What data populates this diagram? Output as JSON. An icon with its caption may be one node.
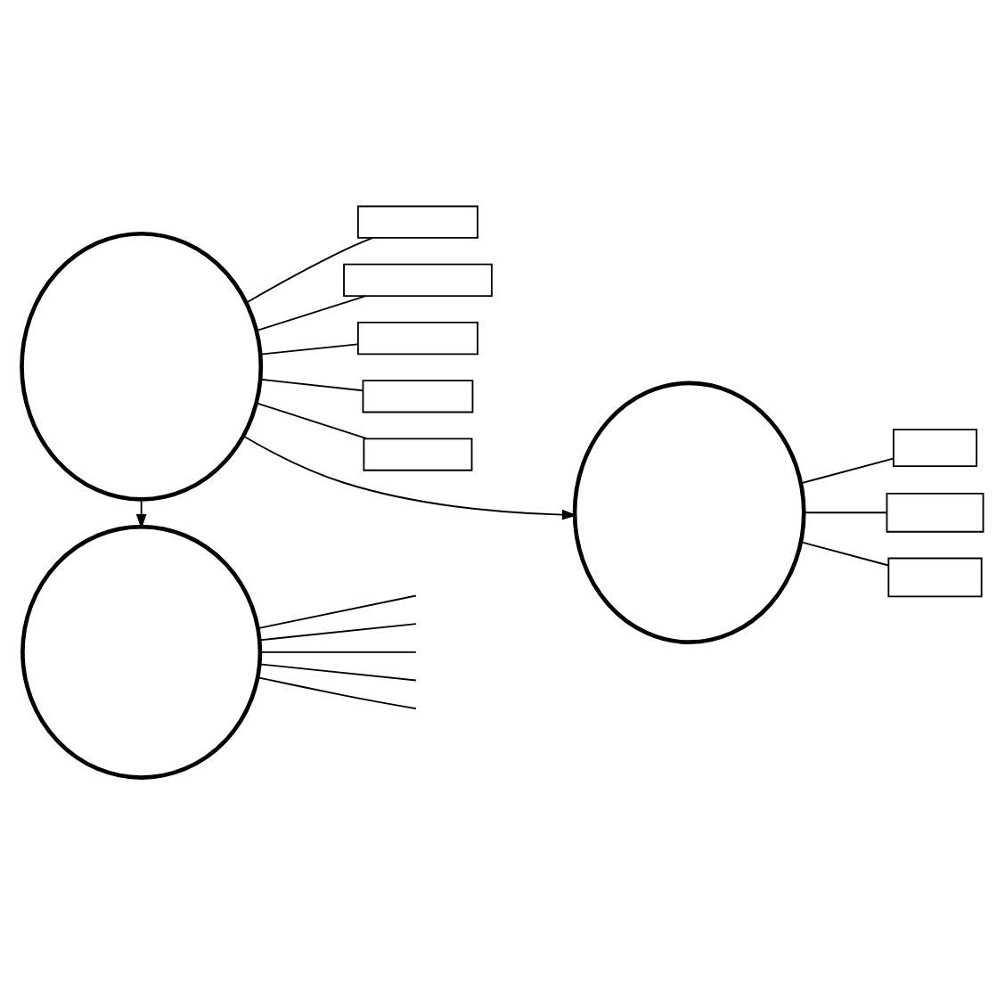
{
  "diagram": {
    "nodes": [
      {
        "text": [],
        "shape": "circle"
      },
      {
        "text": [],
        "shape": "box"
      },
      {
        "text": [],
        "shape": "box"
      },
      {
        "text": [],
        "shape": "box"
      },
      {
        "text": [],
        "shape": "box"
      },
      {
        "text": [],
        "shape": "box"
      },
      {
        "text": [],
        "shape": "circle"
      },
      {
        "text": [],
        "shape": "box"
      },
      {
        "text": [],
        "shape": "box"
      },
      {
        "text": [],
        "shape": "box"
      },
      {
        "text": [],
        "shape": "circle"
      }
    ],
    "edges": [
      {
        "from": 0,
        "to": 1,
        "arrow": "none"
      },
      {
        "from": 0,
        "to": 2,
        "arrow": "none"
      },
      {
        "from": 0,
        "to": 3,
        "arrow": "none"
      },
      {
        "from": 0,
        "to": 4,
        "arrow": "none"
      },
      {
        "from": 0,
        "to": 5,
        "arrow": "none"
      },
      {
        "from": 0,
        "to": 6,
        "arrow": "to"
      },
      {
        "from": 6,
        "to": 7,
        "arrow": "none"
      },
      {
        "from": 6,
        "to": 8,
        "arrow": "none"
      },
      {
        "from": 6,
        "to": 9,
        "arrow": "none"
      },
      {
        "from": 0,
        "to": 10,
        "arrow": "to"
      },
      {
        "from": 10,
        "to": null,
        "arrow": "none"
      },
      {
        "from": 10,
        "to": null,
        "arrow": "none"
      },
      {
        "from": 10,
        "to": null,
        "arrow": "none"
      },
      {
        "from": 10,
        "to": null,
        "arrow": "none"
      },
      {
        "from": 10,
        "to": null,
        "arrow": "none"
      }
    ]
  }
}
